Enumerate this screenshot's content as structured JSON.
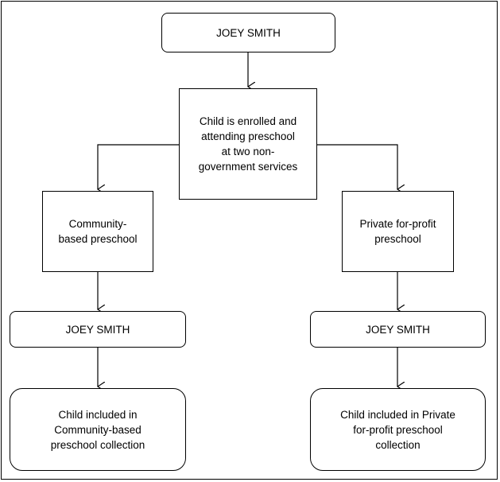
{
  "nodes": {
    "top": {
      "label": "JOEY SMITH"
    },
    "center": {
      "label": "Child is enrolled and\nattending preschool\nat two non-\ngovernment services"
    },
    "left_service": {
      "label": "Community-\nbased preschool"
    },
    "right_service": {
      "label": "Private for-profit\npreschool"
    },
    "left_child": {
      "label": "JOEY SMITH"
    },
    "right_child": {
      "label": "JOEY SMITH"
    },
    "left_result": {
      "label": "Child included in\nCommunity-based\npreschool collection"
    },
    "right_result": {
      "label": "Child included in Private\nfor-profit preschool\ncollection"
    }
  }
}
